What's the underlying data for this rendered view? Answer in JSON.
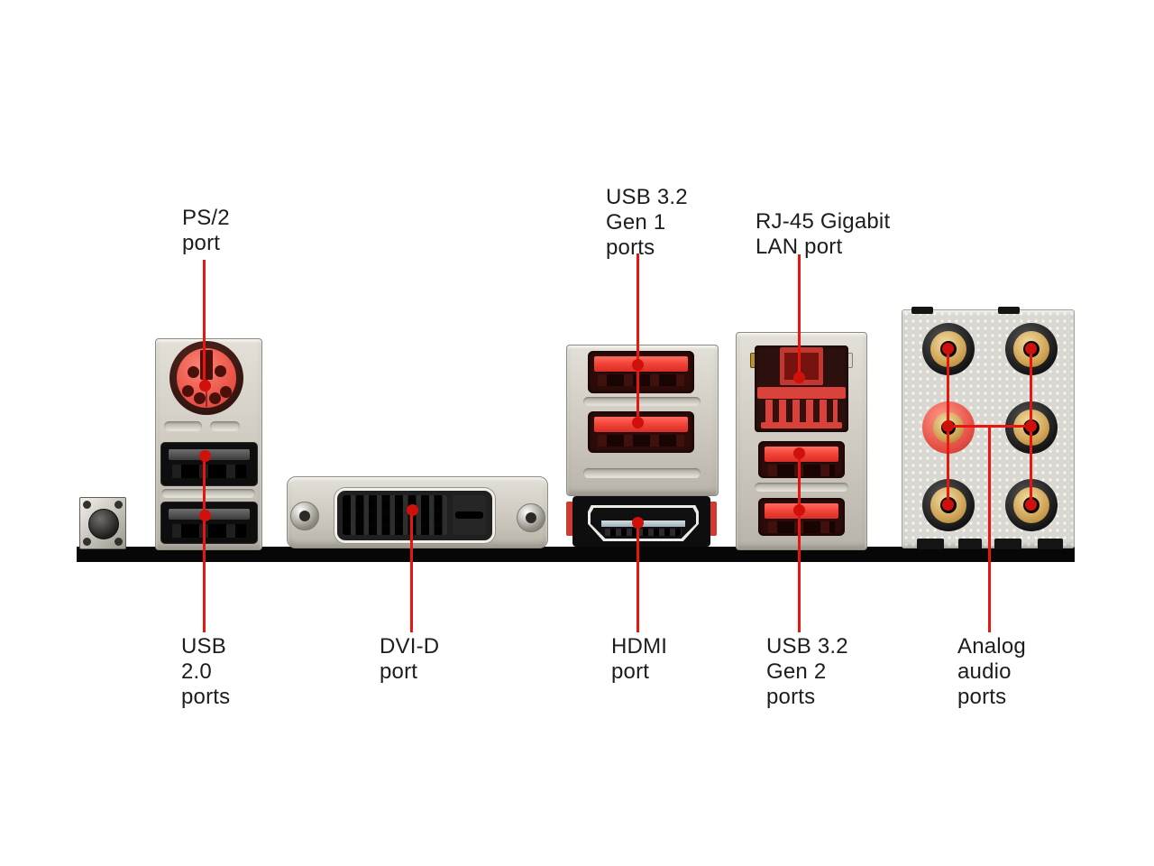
{
  "callouts": {
    "ps2": {
      "text": "PS/2\nport"
    },
    "usb32_gen1": {
      "text": "USB 3.2\nGen 1\nports"
    },
    "rj45": {
      "text": "RJ-45 Gigabit\nLAN port"
    },
    "usb20": {
      "text": "USB\n2.0\nports"
    },
    "dvid": {
      "text": "DVI-D\nport"
    },
    "hdmi": {
      "text": "HDMI\nport"
    },
    "usb32_gen2": {
      "text": "USB 3.2\nGen 2\nports"
    },
    "audio": {
      "text": "Analog\naudio\nports"
    }
  },
  "colors": {
    "background": "#ffffff",
    "callout_line": "#e51710",
    "callout_dot": "#cf100b",
    "label_text": "#1d1d1d",
    "port_red": "#ef4138",
    "ps2_red": "#ec584c",
    "lan_red": "#d8423a",
    "audio_gold": "#d0a557",
    "bracket_silver": "#d6d2c7",
    "pcb_edge": "#070707",
    "led_amber": "#b9932b"
  }
}
